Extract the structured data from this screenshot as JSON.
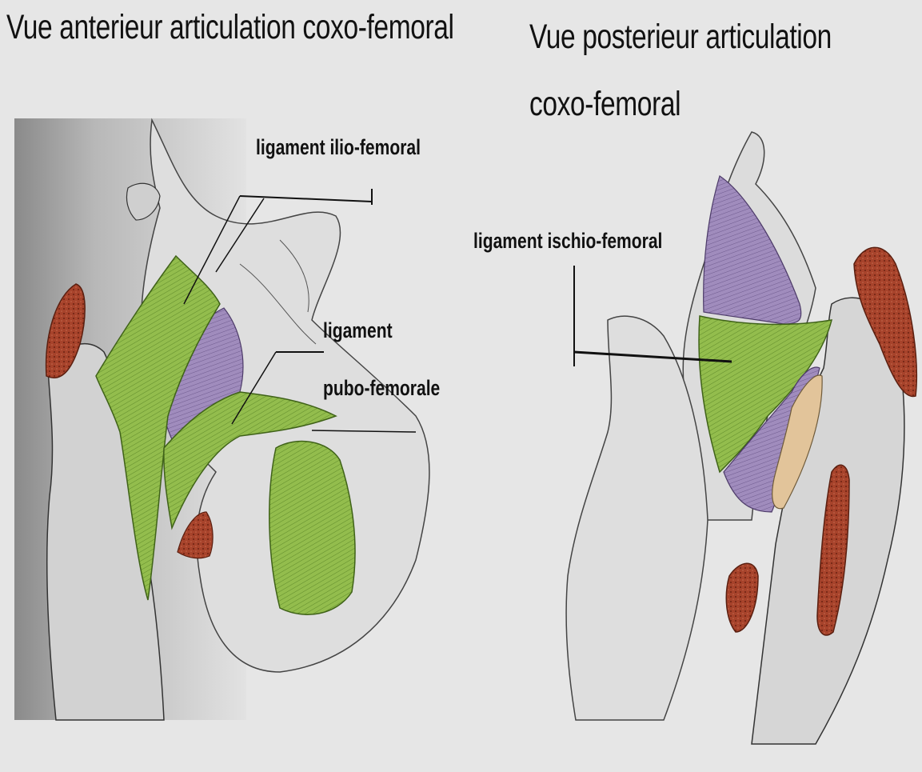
{
  "titles": {
    "anterior": "Vue anterieur articulation coxo-femoral",
    "posterior_line1": "Vue posterieur articulation",
    "posterior_line2": "coxo-femoral"
  },
  "labels": {
    "ilio_femoral": "ligament ilio-femoral",
    "pubo_femoral_line1": "ligament",
    "pubo_femoral_line2": "pubo-femorale",
    "ischio_femoral": "ligament ischio-femoral"
  },
  "colors": {
    "ligament_green": "#8fb84a",
    "ligament_purple": "#9b86b8",
    "bone_red": "#a8442c",
    "cartilage_tan": "#e2c49a",
    "background": "#e6e6e6"
  }
}
